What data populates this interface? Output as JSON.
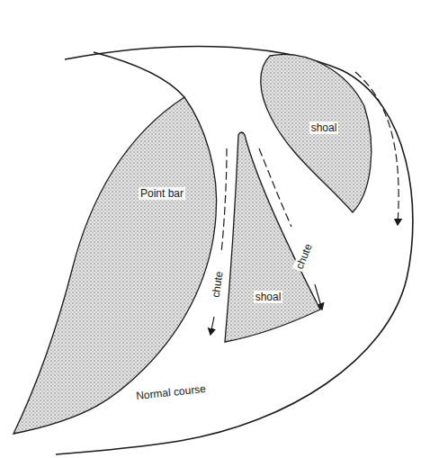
{
  "diagram": {
    "nodes": [
      {
        "text": [
          "Point bar"
        ]
      },
      {
        "text": [
          "shoal"
        ]
      },
      {
        "text": [
          "shoal"
        ]
      }
    ],
    "labels": [
      "chute",
      "chute",
      "Normal course"
    ]
  }
}
